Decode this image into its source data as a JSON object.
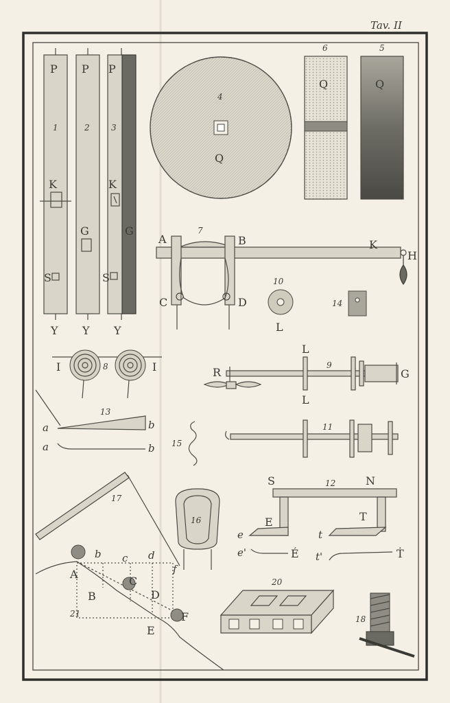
{
  "plate_title": "Tav. II",
  "labels": {
    "P": "P",
    "Y": "Y",
    "K": "K",
    "G": "G",
    "S": "S",
    "Q": "Q",
    "A": "A",
    "B": "B",
    "C": "C",
    "D": "D",
    "E": "E",
    "F": "F",
    "H": "H",
    "I": "I",
    "L": "L",
    "R": "R",
    "N": "N",
    "T": "T",
    "a": "a",
    "b": "b",
    "c": "c",
    "d": "d",
    "e": "e",
    "f": "f",
    "t": "t",
    "e_prime": "e'",
    "t_prime": "t'",
    "E_dot": "É",
    "T_dot": "Ṫ"
  },
  "figure_numbers": {
    "f1": "1",
    "f2": "2",
    "f3": "3",
    "f4": "4",
    "f5": "5",
    "f6": "6",
    "f7": "7",
    "f8": "8",
    "f9": "9",
    "f10": "10",
    "f11": "11",
    "f12": "12",
    "f13": "13",
    "f14": "14",
    "f15": "15",
    "f16": "16",
    "f17": "17",
    "f18": "18",
    "f20": "20",
    "f21": "21"
  }
}
